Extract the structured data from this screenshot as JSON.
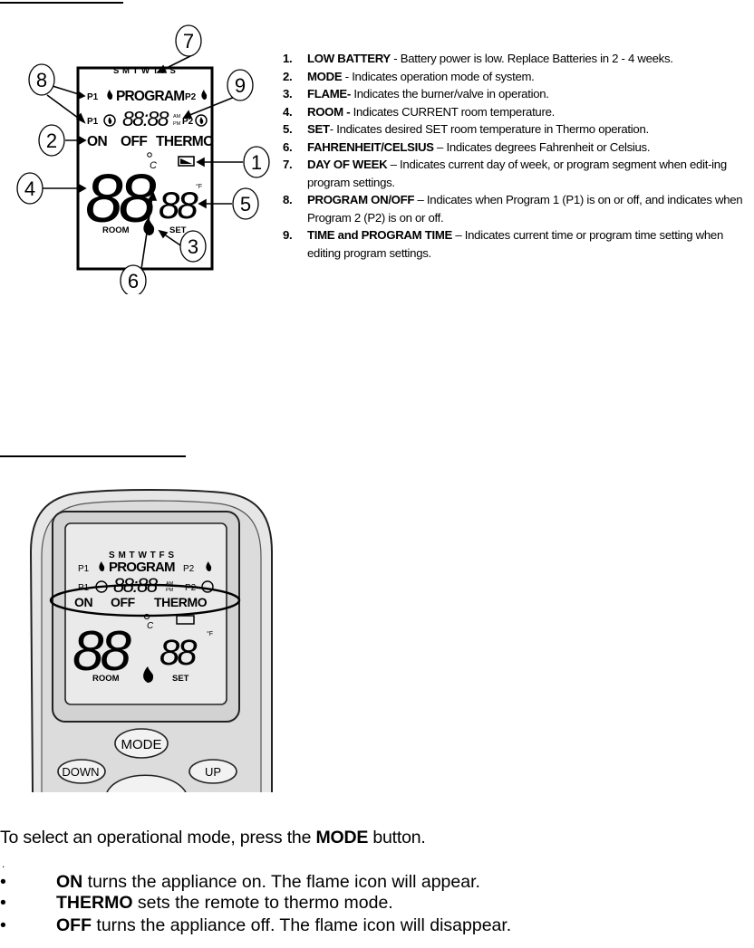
{
  "lcd": {
    "days": "S M T W T F S",
    "program": "PROGRAM",
    "p1": "P1",
    "p2": "P2",
    "time": "88:88",
    "am": "AM",
    "pm": "PM",
    "on": "ON",
    "off": "OFF",
    "thermo": "THERMO",
    "room_digits": "88",
    "set_digits": "88",
    "unit_f": "°F",
    "unit_c": "C",
    "room": "ROOM",
    "set": "SET"
  },
  "callouts": [
    "1",
    "2",
    "3",
    "4",
    "5",
    "6",
    "7",
    "8",
    "9"
  ],
  "legend": [
    {
      "num": "1.",
      "term": "LOW BATTERY",
      "text": " - Battery power is low. Replace Batteries in 2 - 4 weeks."
    },
    {
      "num": "2.",
      "term": "MODE",
      "text": " - Indicates operation mode of system."
    },
    {
      "num": "3.",
      "term": "FLAME-",
      "text": " Indicates the burner/valve in operation."
    },
    {
      "num": "4.",
      "term": "ROOM -",
      "text": " Indicates CURRENT room temperature."
    },
    {
      "num": "5.",
      "term": "SET",
      "text": "- Indicates desired SET room temperature in Thermo operation."
    },
    {
      "num": "6.",
      "term": "FAHRENHEIT/CELSIUS",
      "text": " – Indicates degrees Fahrenheit or Celsius."
    },
    {
      "num": "7.",
      "term": "DAY OF WEEK",
      "text": " – Indicates current day of week, or program segment when edit-ing program settings."
    },
    {
      "num": "8.",
      "term": "PROGRAM ON/OFF",
      "text": " – Indicates when Program 1 (P1) is on or off, and indicates when Program 2 (P2) is on or off."
    },
    {
      "num": "9.",
      "term": "TIME and PROGRAM TIME",
      "text": " – Indicates current time or program time setting when editing program settings."
    }
  ],
  "remote": {
    "mode": "MODE",
    "down": "DOWN",
    "up": "UP"
  },
  "instructions": {
    "intro_pre": "To select an operational mode, press the ",
    "intro_term": "MODE",
    "intro_post": " button.",
    "dot": ".",
    "bullet": "•",
    "items": [
      {
        "term": "ON",
        "text": " turns the appliance on. The flame icon will appear."
      },
      {
        "term": "THERMO",
        "text": " sets the remote to thermo mode."
      },
      {
        "term": "OFF",
        "text": " turns the appliance off. The flame icon will disappear."
      }
    ]
  }
}
